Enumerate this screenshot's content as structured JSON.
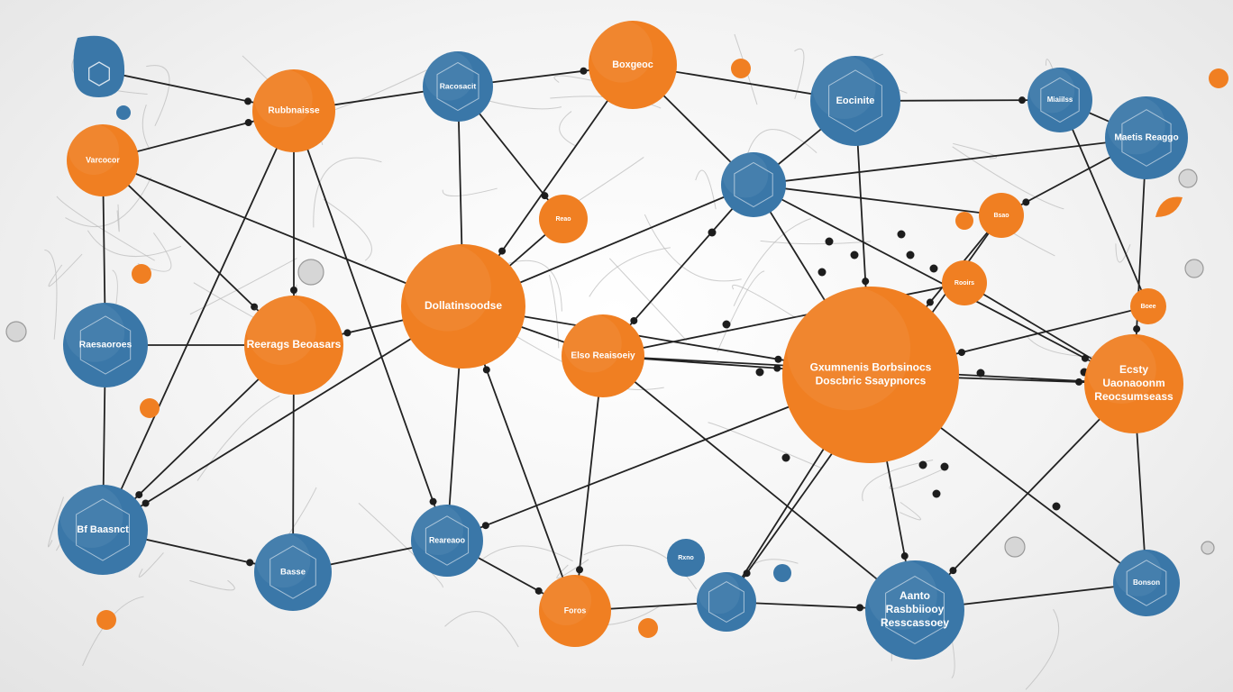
{
  "colors": {
    "blue": "#3a77a8",
    "orange": "#f07f22",
    "edge": "#222222",
    "faint_edge": "#b9b9b9",
    "junction": "#1d1d1d"
  },
  "nodes": [
    {
      "id": "n1",
      "color": "blue",
      "label": ""
    },
    {
      "id": "n2",
      "color": "orange",
      "label": "Rubbnaisse"
    },
    {
      "id": "n3",
      "color": "blue",
      "label": "Racosacit"
    },
    {
      "id": "n4",
      "color": "orange",
      "label": "Boxgeoc"
    },
    {
      "id": "n5",
      "color": "blue",
      "label": "Eocinite"
    },
    {
      "id": "n6",
      "color": "blue",
      "label": "Miaiilss"
    },
    {
      "id": "n7",
      "color": "blue",
      "label": "Maetis Reaggo"
    },
    {
      "id": "n8",
      "color": "orange",
      "label": "Varcocor"
    },
    {
      "id": "n9",
      "color": "orange",
      "label": "Reao"
    },
    {
      "id": "n10",
      "color": "blue",
      "label": ""
    },
    {
      "id": "n11",
      "color": "orange",
      "label": "Bsao"
    },
    {
      "id": "n12",
      "color": "orange",
      "label": "Dollatinsoodse"
    },
    {
      "id": "n13",
      "color": "orange",
      "label": "Reerags Beoasars"
    },
    {
      "id": "n14",
      "color": "orange",
      "label": "Elso Reaisoeiy"
    },
    {
      "id": "n15",
      "color": "orange",
      "label": "Rooirs"
    },
    {
      "id": "n16",
      "color": "orange",
      "label": "Gxumnenis Borbsinocs Doscbric Ssaypnorcs"
    },
    {
      "id": "n17",
      "color": "orange",
      "label": "Ecsty Uaonaoonm Reocsumseass"
    },
    {
      "id": "n18",
      "color": "blue",
      "label": "Raesaoroes"
    },
    {
      "id": "n19",
      "color": "blue",
      "label": "Bf Baasnct"
    },
    {
      "id": "n20",
      "color": "blue",
      "label": "Basse"
    },
    {
      "id": "n21",
      "color": "blue",
      "label": "Reareaoo"
    },
    {
      "id": "n22",
      "color": "orange",
      "label": "Foros"
    },
    {
      "id": "n23",
      "color": "blue",
      "label": "Rxno"
    },
    {
      "id": "n24",
      "color": "blue",
      "label": ""
    },
    {
      "id": "n25",
      "color": "blue",
      "label": "Aanto Rasbbiiooy Resscassoey"
    },
    {
      "id": "n26",
      "color": "blue",
      "label": "Bonson"
    },
    {
      "id": "n27",
      "color": "orange",
      "label": "Boee"
    },
    {
      "id": "n28",
      "color": "orange",
      "label": ""
    },
    {
      "id": "n29",
      "color": "orange",
      "label": ""
    },
    {
      "id": "n30",
      "color": "orange",
      "label": ""
    },
    {
      "id": "n31",
      "color": "orange",
      "label": ""
    },
    {
      "id": "n32",
      "color": "orange",
      "label": ""
    },
    {
      "id": "n33",
      "color": "orange",
      "label": ""
    },
    {
      "id": "n34",
      "color": "blue",
      "label": ""
    },
    {
      "id": "n35",
      "color": "blue",
      "label": ""
    },
    {
      "id": "n36",
      "color": "orange",
      "label": ""
    },
    {
      "id": "n37",
      "color": "orange",
      "label": ""
    }
  ],
  "edges": [
    [
      "n1",
      "n2"
    ],
    [
      "n2",
      "n3"
    ],
    [
      "n3",
      "n4"
    ],
    [
      "n4",
      "n5"
    ],
    [
      "n5",
      "n6"
    ],
    [
      "n6",
      "n7"
    ],
    [
      "n8",
      "n2"
    ],
    [
      "n8",
      "n18"
    ],
    [
      "n8",
      "n13"
    ],
    [
      "n8",
      "n12"
    ],
    [
      "n2",
      "n13"
    ],
    [
      "n2",
      "n19"
    ],
    [
      "n2",
      "n21"
    ],
    [
      "n3",
      "n12"
    ],
    [
      "n3",
      "n9"
    ],
    [
      "n4",
      "n10"
    ],
    [
      "n4",
      "n12"
    ],
    [
      "n5",
      "n10"
    ],
    [
      "n5",
      "n16"
    ],
    [
      "n6",
      "n27"
    ],
    [
      "n7",
      "n11"
    ],
    [
      "n7",
      "n10"
    ],
    [
      "n7",
      "n17"
    ],
    [
      "n10",
      "n12"
    ],
    [
      "n10",
      "n14"
    ],
    [
      "n10",
      "n16"
    ],
    [
      "n10",
      "n17"
    ],
    [
      "n10",
      "n11"
    ],
    [
      "n12",
      "n13"
    ],
    [
      "n12",
      "n14"
    ],
    [
      "n12",
      "n19"
    ],
    [
      "n12",
      "n21"
    ],
    [
      "n12",
      "n16"
    ],
    [
      "n13",
      "n18"
    ],
    [
      "n13",
      "n19"
    ],
    [
      "n13",
      "n20"
    ],
    [
      "n14",
      "n16"
    ],
    [
      "n14",
      "n17"
    ],
    [
      "n14",
      "n22"
    ],
    [
      "n14",
      "n25"
    ],
    [
      "n16",
      "n17"
    ],
    [
      "n16",
      "n26"
    ],
    [
      "n16",
      "n25"
    ],
    [
      "n16",
      "n24"
    ],
    [
      "n16",
      "n21"
    ],
    [
      "n17",
      "n26"
    ],
    [
      "n17",
      "n25"
    ],
    [
      "n15",
      "n17"
    ],
    [
      "n11",
      "n16"
    ],
    [
      "n18",
      "n19"
    ],
    [
      "n19",
      "n20"
    ],
    [
      "n20",
      "n21"
    ],
    [
      "n21",
      "n22"
    ],
    [
      "n22",
      "n24"
    ],
    [
      "n24",
      "n25"
    ],
    [
      "n25",
      "n26"
    ],
    [
      "n22",
      "n12"
    ],
    [
      "n9",
      "n12"
    ],
    [
      "n27",
      "n16"
    ],
    [
      "n15",
      "n14"
    ],
    [
      "n11",
      "n24"
    ]
  ]
}
